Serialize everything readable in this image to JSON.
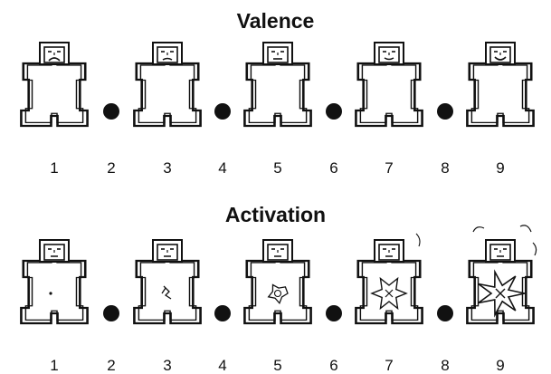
{
  "rows": [
    {
      "title": "Valence",
      "numbers": [
        "1",
        "2",
        "3",
        "4",
        "5",
        "6",
        "7",
        "8",
        "9"
      ],
      "mouths": [
        "frown-strong",
        "frown",
        "neutral",
        "smile",
        "smile-strong"
      ]
    },
    {
      "title": "Activation",
      "numbers": [
        "1",
        "2",
        "3",
        "4",
        "5",
        "6",
        "7",
        "8",
        "9"
      ],
      "bursts": [
        "dot",
        "small",
        "medium",
        "large",
        "explosion"
      ]
    }
  ],
  "colors": {
    "ink": "#111111",
    "background": "#ffffff"
  }
}
